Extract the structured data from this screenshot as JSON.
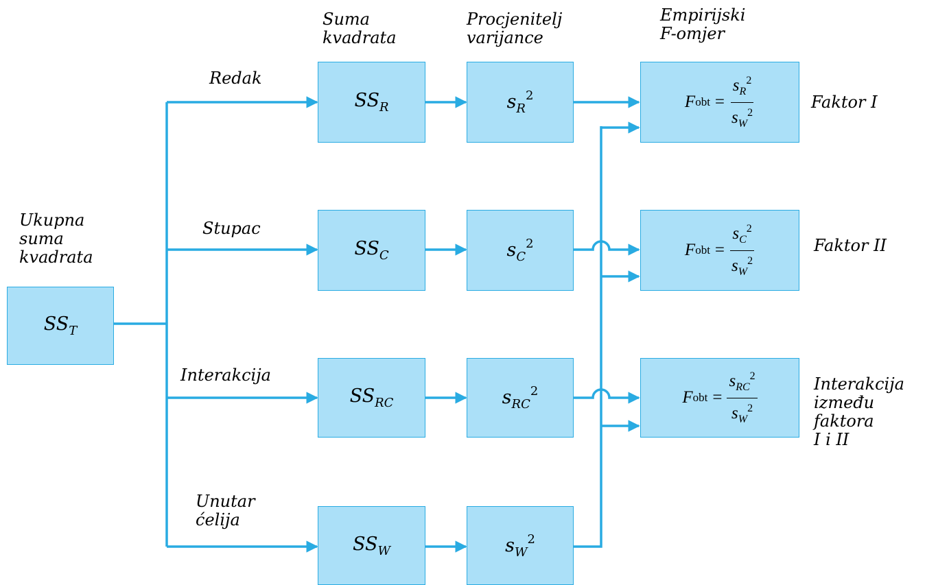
{
  "headers": {
    "sum_squares": [
      "Suma",
      "kvadrata"
    ],
    "variance_est": [
      "Procjenitelj",
      "varijance"
    ],
    "f_ratio": [
      "Empirijski",
      "F-omjer"
    ],
    "total": [
      "Ukupna",
      "suma",
      "kvadrata"
    ]
  },
  "branches": {
    "row": "Redak",
    "col": "Stupac",
    "interaction": "Interakcija",
    "within": [
      "Unutar",
      "ćelija"
    ]
  },
  "factors": {
    "f1": "Faktor I",
    "f2": "Faktor II",
    "f3": [
      "Interakcija",
      "između",
      "faktora",
      "I i II"
    ]
  },
  "symbols": {
    "ss_main": "SS",
    "s_main": "s",
    "square": "2",
    "F": "F",
    "obt": "obt",
    "equals": "=",
    "T": "T",
    "R": "R",
    "C": "C",
    "RC": "RC",
    "W": "W"
  },
  "colors": {
    "box_fill": "#abe0f8",
    "box_border": "#29abe2",
    "connector": "#29abe2"
  }
}
